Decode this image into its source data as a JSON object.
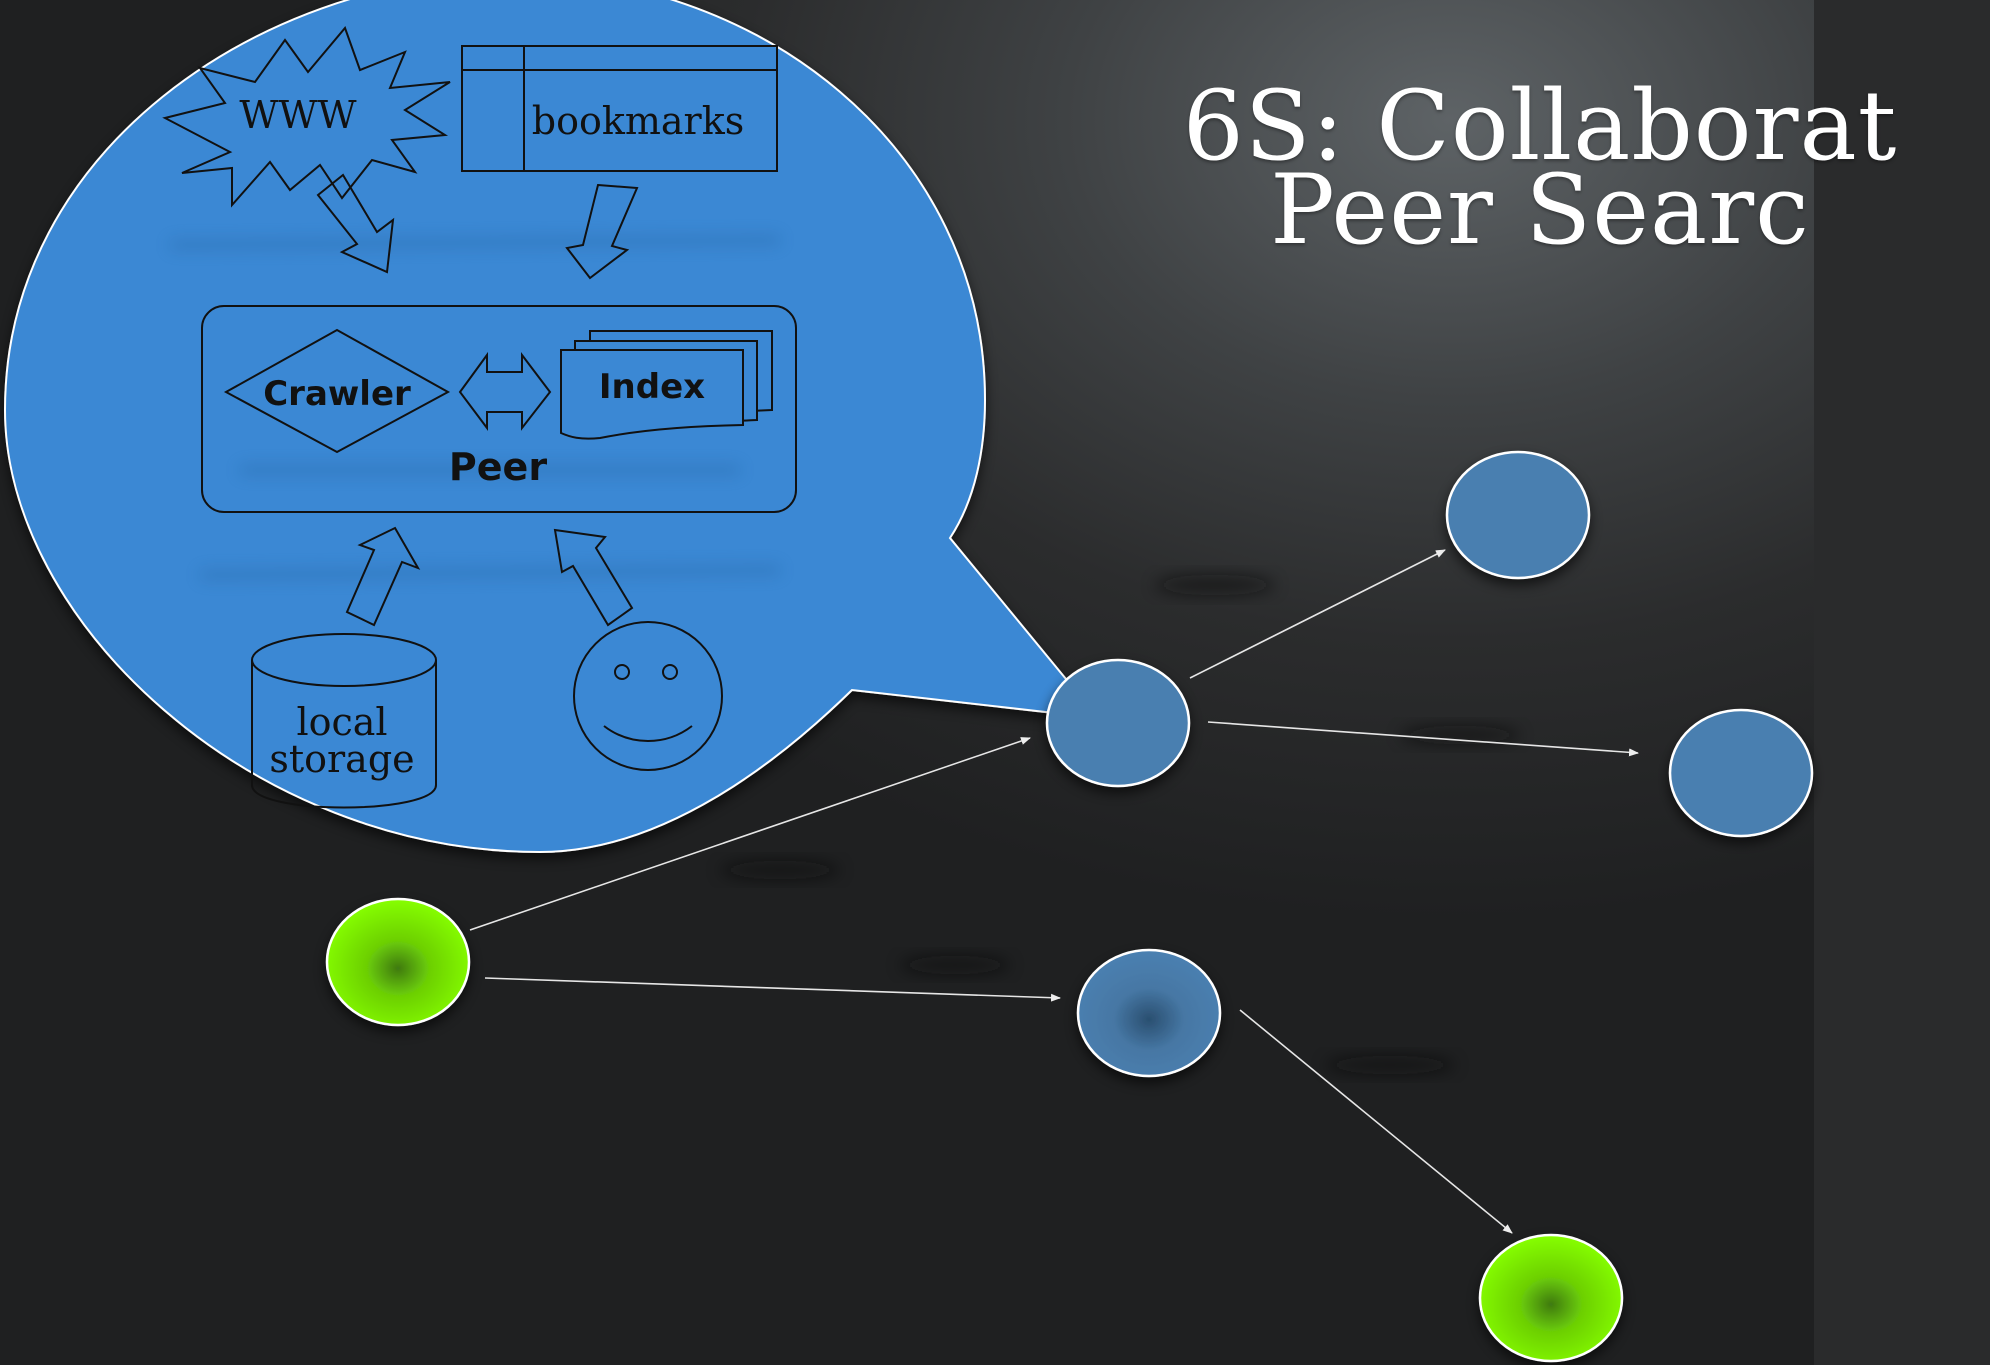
{
  "title": {
    "line1": "6S: Collaborat",
    "line2": "Peer Searc"
  },
  "diagram": {
    "www_label": "WWW",
    "bookmarks_label": "bookmarks",
    "crawler_label": "Crawler",
    "index_label": "Index",
    "peer_label": "Peer",
    "local_storage_line1": "local",
    "local_storage_line2": "storage"
  },
  "colors": {
    "bubble": "#3b88d4",
    "peer_node": "#4a7fb0",
    "querier_node": "#7cf000",
    "arrow": "#e9e9e9"
  },
  "nodes": [
    {
      "id": "peer-a",
      "role": "peer"
    },
    {
      "id": "peer-b",
      "role": "peer"
    },
    {
      "id": "peer-c",
      "role": "peer"
    },
    {
      "id": "peer-d",
      "role": "peer"
    },
    {
      "id": "querier-1",
      "role": "querier"
    },
    {
      "id": "querier-2",
      "role": "querier"
    }
  ]
}
